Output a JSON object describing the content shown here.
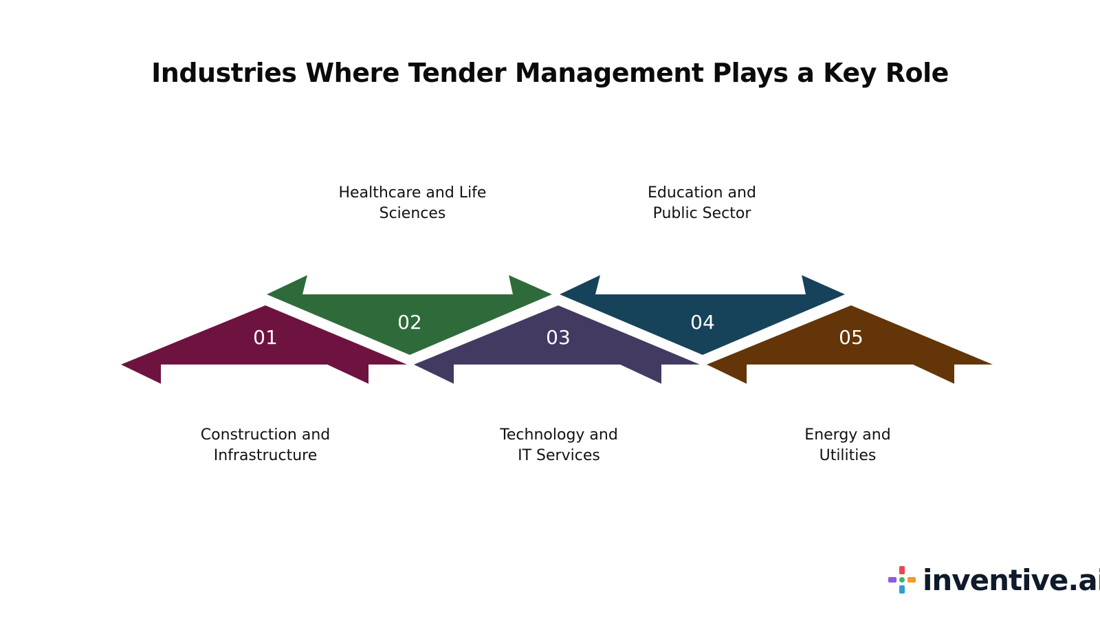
{
  "title": "Industries Where Tender Management Plays a Key Role",
  "steps": [
    {
      "number": "01",
      "label_line1": "Construction and",
      "label_line2": "Infrastructure",
      "color": "#6e1340"
    },
    {
      "number": "02",
      "label_line1": "Healthcare and Life",
      "label_line2": "Sciences",
      "color": "#2f6b3a"
    },
    {
      "number": "03",
      "label_line1": "Technology and",
      "label_line2": "IT Services",
      "color": "#423a61"
    },
    {
      "number": "04",
      "label_line1": "Education and",
      "label_line2": "Public Sector",
      "color": "#16435a"
    },
    {
      "number": "05",
      "label_line1": "Energy and",
      "label_line2": "Utilities",
      "color": "#633508"
    }
  ],
  "logo": {
    "text": "inventive.ai",
    "mark_colors": [
      "#e6494f",
      "#f39a2b",
      "#2f9ed8",
      "#8e5bd6",
      "#3fb36b"
    ]
  }
}
